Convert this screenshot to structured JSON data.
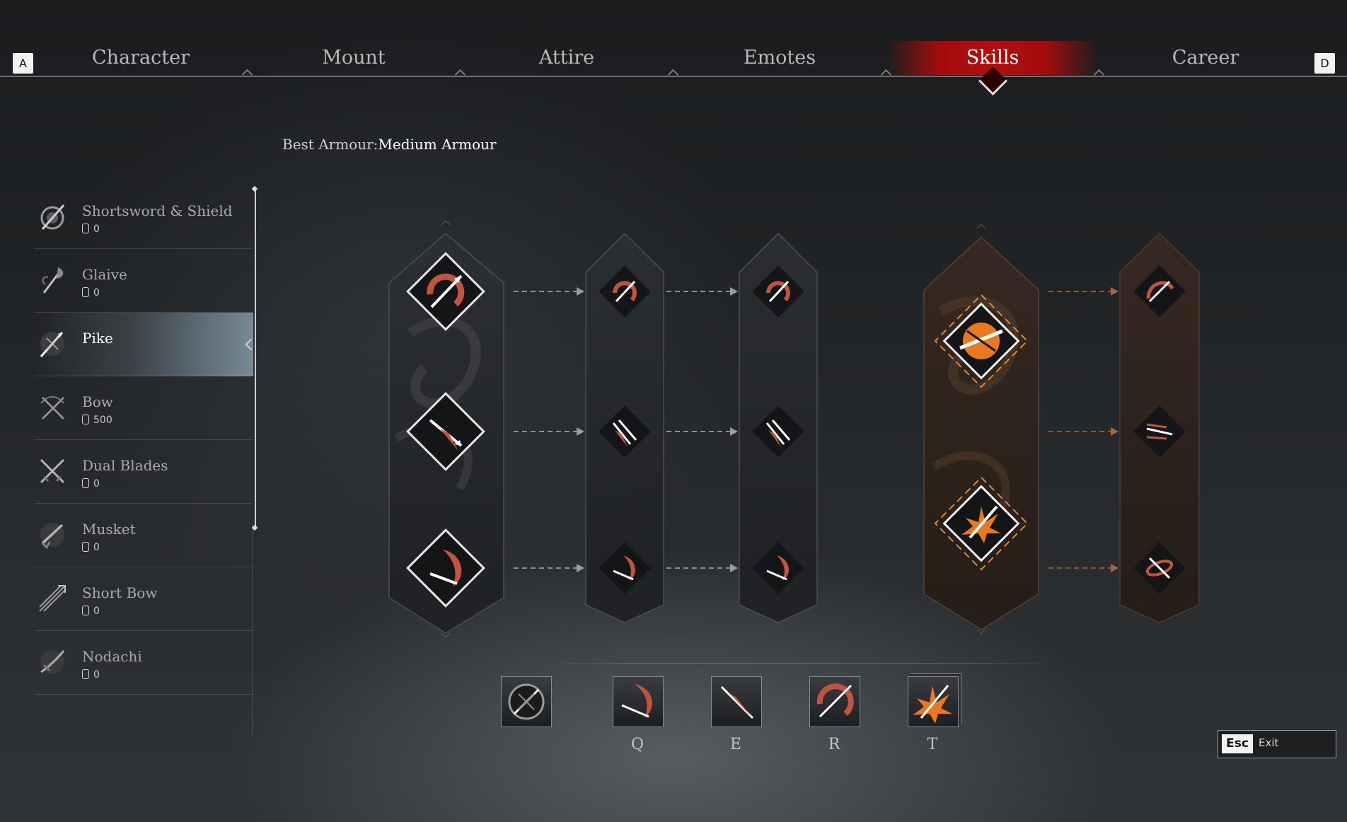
{
  "tabs": [
    {
      "label": "Character"
    },
    {
      "label": "Mount"
    },
    {
      "label": "Attire"
    },
    {
      "label": "Emotes"
    },
    {
      "label": "Skills",
      "active": true
    },
    {
      "label": "Career"
    }
  ],
  "keys": {
    "prev": "A",
    "next": "D"
  },
  "armour": {
    "label": "Best Armour:",
    "value": "Medium Armour"
  },
  "weapons": [
    {
      "name": "Shortsword & Shield",
      "count": "0",
      "icon": "shield-sword-icon"
    },
    {
      "name": "Glaive",
      "count": "0",
      "icon": "glaive-icon"
    },
    {
      "name": "Pike",
      "count": "",
      "icon": "pike-icon",
      "active": true
    },
    {
      "name": "Bow",
      "count": "500",
      "icon": "bow-icon"
    },
    {
      "name": "Dual Blades",
      "count": "0",
      "icon": "dual-blades-icon"
    },
    {
      "name": "Musket",
      "count": "0",
      "icon": "musket-icon"
    },
    {
      "name": "Short Bow",
      "count": "0",
      "icon": "short-bow-icon"
    },
    {
      "name": "Nodachi",
      "count": "0",
      "icon": "nodachi-icon"
    }
  ],
  "hotbar": [
    {
      "key": "",
      "icon": "pike-basic-icon"
    },
    {
      "key": "Q",
      "icon": "crescent-slash-icon"
    },
    {
      "key": "E",
      "icon": "piercing-thrust-icon"
    },
    {
      "key": "R",
      "icon": "spin-sweep-icon"
    },
    {
      "key": "T",
      "icon": "burst-strike-icon"
    }
  ],
  "exit": {
    "key": "Esc",
    "label": "Exit"
  },
  "colors": {
    "accent": "#b10f0f",
    "skill": "#c0553e",
    "ultimate": "#e9781e"
  }
}
